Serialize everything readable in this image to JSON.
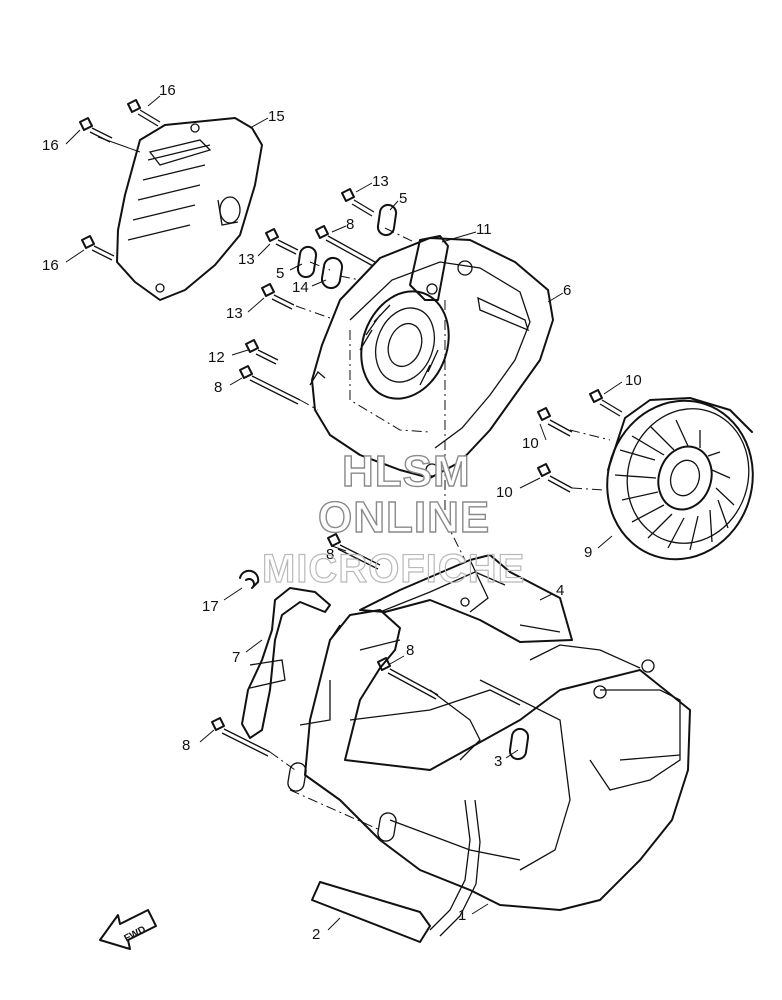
{
  "callouts": [
    {
      "id": "16a",
      "label": "16"
    },
    {
      "id": "16b",
      "label": "16"
    },
    {
      "id": "16c",
      "label": "16"
    },
    {
      "id": "15",
      "label": "15"
    },
    {
      "id": "13a",
      "label": "13"
    },
    {
      "id": "5a",
      "label": "5"
    },
    {
      "id": "11",
      "label": "11"
    },
    {
      "id": "8a",
      "label": "8"
    },
    {
      "id": "13b",
      "label": "13"
    },
    {
      "id": "5b",
      "label": "5"
    },
    {
      "id": "14",
      "label": "14"
    },
    {
      "id": "6",
      "label": "6"
    },
    {
      "id": "13c",
      "label": "13"
    },
    {
      "id": "12",
      "label": "12"
    },
    {
      "id": "8b",
      "label": "8"
    },
    {
      "id": "10a",
      "label": "10"
    },
    {
      "id": "10b",
      "label": "10"
    },
    {
      "id": "10c",
      "label": "10"
    },
    {
      "id": "9",
      "label": "9"
    },
    {
      "id": "8c",
      "label": "8"
    },
    {
      "id": "4",
      "label": "4"
    },
    {
      "id": "17",
      "label": "17"
    },
    {
      "id": "7",
      "label": "7"
    },
    {
      "id": "8d",
      "label": "8"
    },
    {
      "id": "8e",
      "label": "8"
    },
    {
      "id": "3",
      "label": "3"
    },
    {
      "id": "2",
      "label": "2"
    },
    {
      "id": "1",
      "label": "1"
    }
  ],
  "watermark": {
    "line1": "HLSM",
    "line2": "ONLINE",
    "line3": "MICROFICHE"
  },
  "direction_marker": {
    "label": "FWD"
  }
}
